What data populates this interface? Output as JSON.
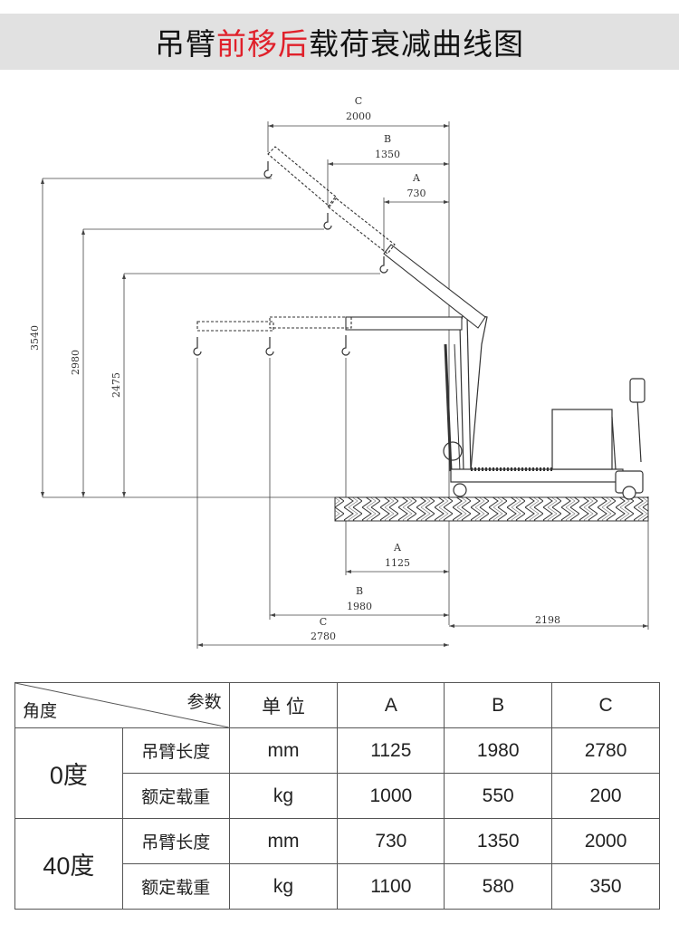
{
  "title": {
    "part1": "吊臂",
    "part2": "前移后",
    "part3": "载荷衰减曲线图"
  },
  "colors": {
    "title_bg": "#e1e1e1",
    "accent": "#e0202a",
    "line": "#444444"
  },
  "dimensions": {
    "top": [
      {
        "letter": "C",
        "value": "2000"
      },
      {
        "letter": "B",
        "value": "1350"
      },
      {
        "letter": "A",
        "value": "730"
      }
    ],
    "heights": [
      "3540",
      "2980",
      "2475"
    ],
    "bottom": [
      {
        "letter": "A",
        "value": "1125"
      },
      {
        "letter": "B",
        "value": "1980"
      },
      {
        "letter": "C",
        "value": "2780"
      }
    ],
    "rear": "2198"
  },
  "table": {
    "corner_top": "参数",
    "corner_bottom": "角度",
    "headers": [
      "单 位",
      "A",
      "B",
      "C"
    ],
    "groups": [
      {
        "angle": "0度",
        "rows": [
          {
            "param": "吊臂长度",
            "unit": "mm",
            "a": "1125",
            "b": "1980",
            "c": "2780"
          },
          {
            "param": "额定载重",
            "unit": "kg",
            "a": "1000",
            "b": "550",
            "c": "200"
          }
        ]
      },
      {
        "angle": "40度",
        "rows": [
          {
            "param": "吊臂长度",
            "unit": "mm",
            "a": "730",
            "b": "1350",
            "c": "2000"
          },
          {
            "param": "额定载重",
            "unit": "kg",
            "a": "1100",
            "b": "580",
            "c": "350"
          }
        ]
      }
    ]
  }
}
